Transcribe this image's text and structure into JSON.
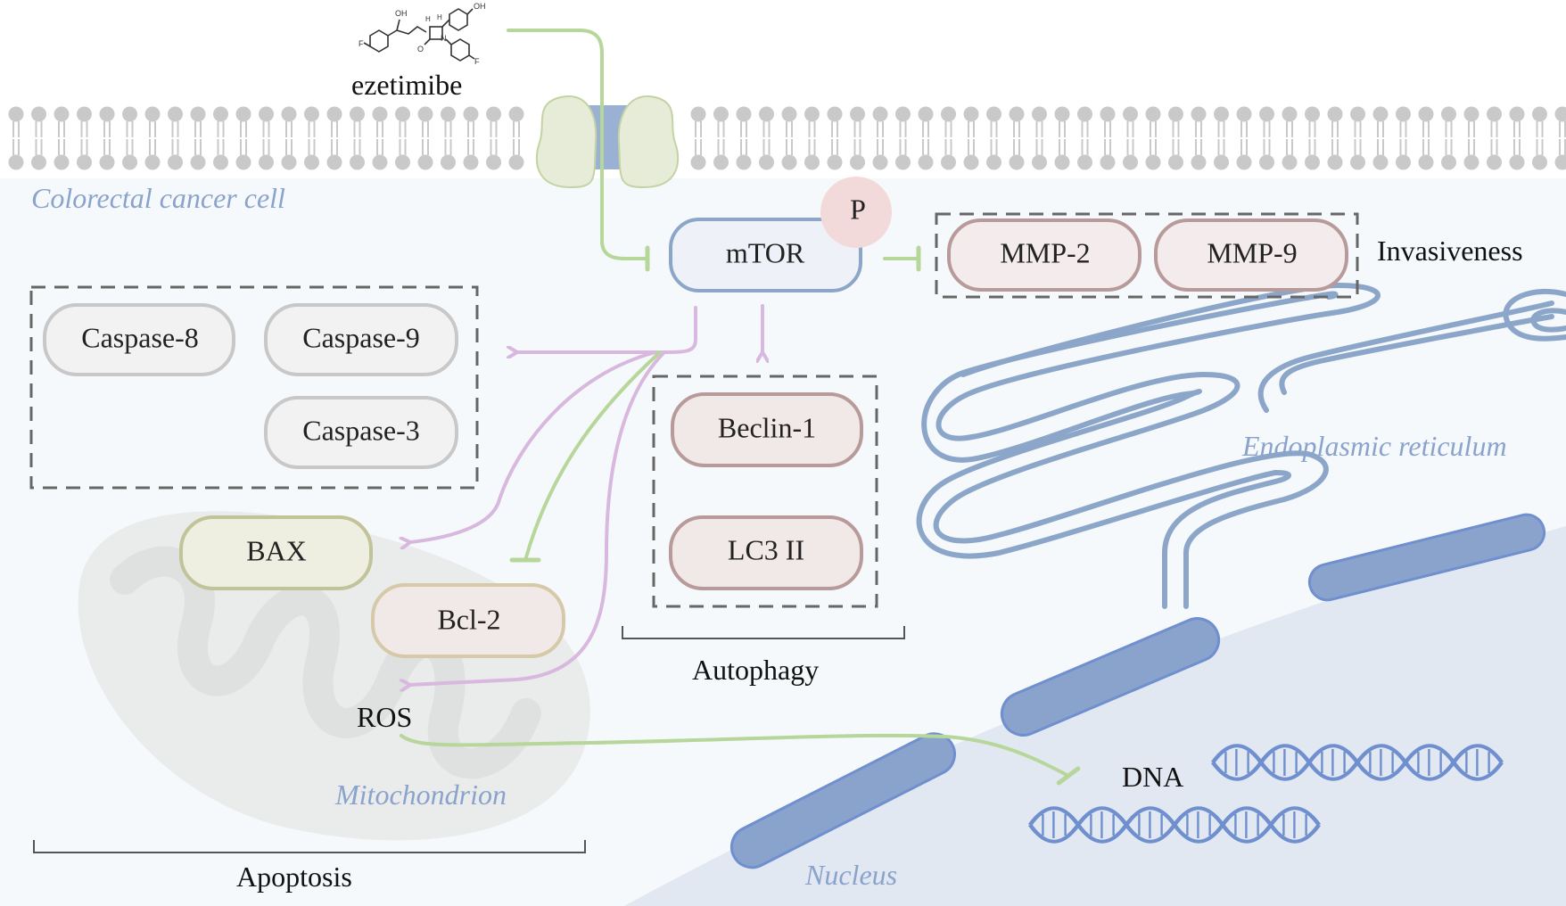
{
  "drug": {
    "name": "ezetimibe",
    "icon": "ezetimibe-structure-icon"
  },
  "regions": {
    "cell": "Colorectal cancer cell",
    "er": "Endoplasmic reticulum",
    "mitochondrion": "Mitochondrion",
    "nucleus": "Nucleus"
  },
  "nodes": {
    "mtor": "mTOR",
    "phospho": "P",
    "mmp2": "MMP-2",
    "mmp9": "MMP-9",
    "caspase8": "Caspase-8",
    "caspase9": "Caspase-9",
    "caspase3": "Caspase-3",
    "beclin1": "Beclin-1",
    "lc3": "LC3 II",
    "bax": "BAX",
    "bcl2": "Bcl-2",
    "ros": "ROS",
    "dna": "DNA"
  },
  "groups": {
    "invasiveness": "Invasiveness",
    "autophagy": "Autophagy",
    "apoptosis": "Apoptosis"
  },
  "colors": {
    "inhibit": "#b6d69a",
    "activate": "#d8b8de",
    "membrane": "#c9c9c9",
    "mtor_border": "#8ba6c9",
    "mtor_fill": "#eef2f8",
    "mmp_border": "#b89a9a",
    "mmp_fill": "#f4ecec",
    "gray_border": "#c8c8c8",
    "gray_fill": "#f2f2f2",
    "bax_border": "#c3c39a",
    "bax_fill": "#eeefe1",
    "er": "#8ba6c9",
    "nucleus_bg": "#e2e8f1",
    "dna": "#6f8fcf"
  }
}
